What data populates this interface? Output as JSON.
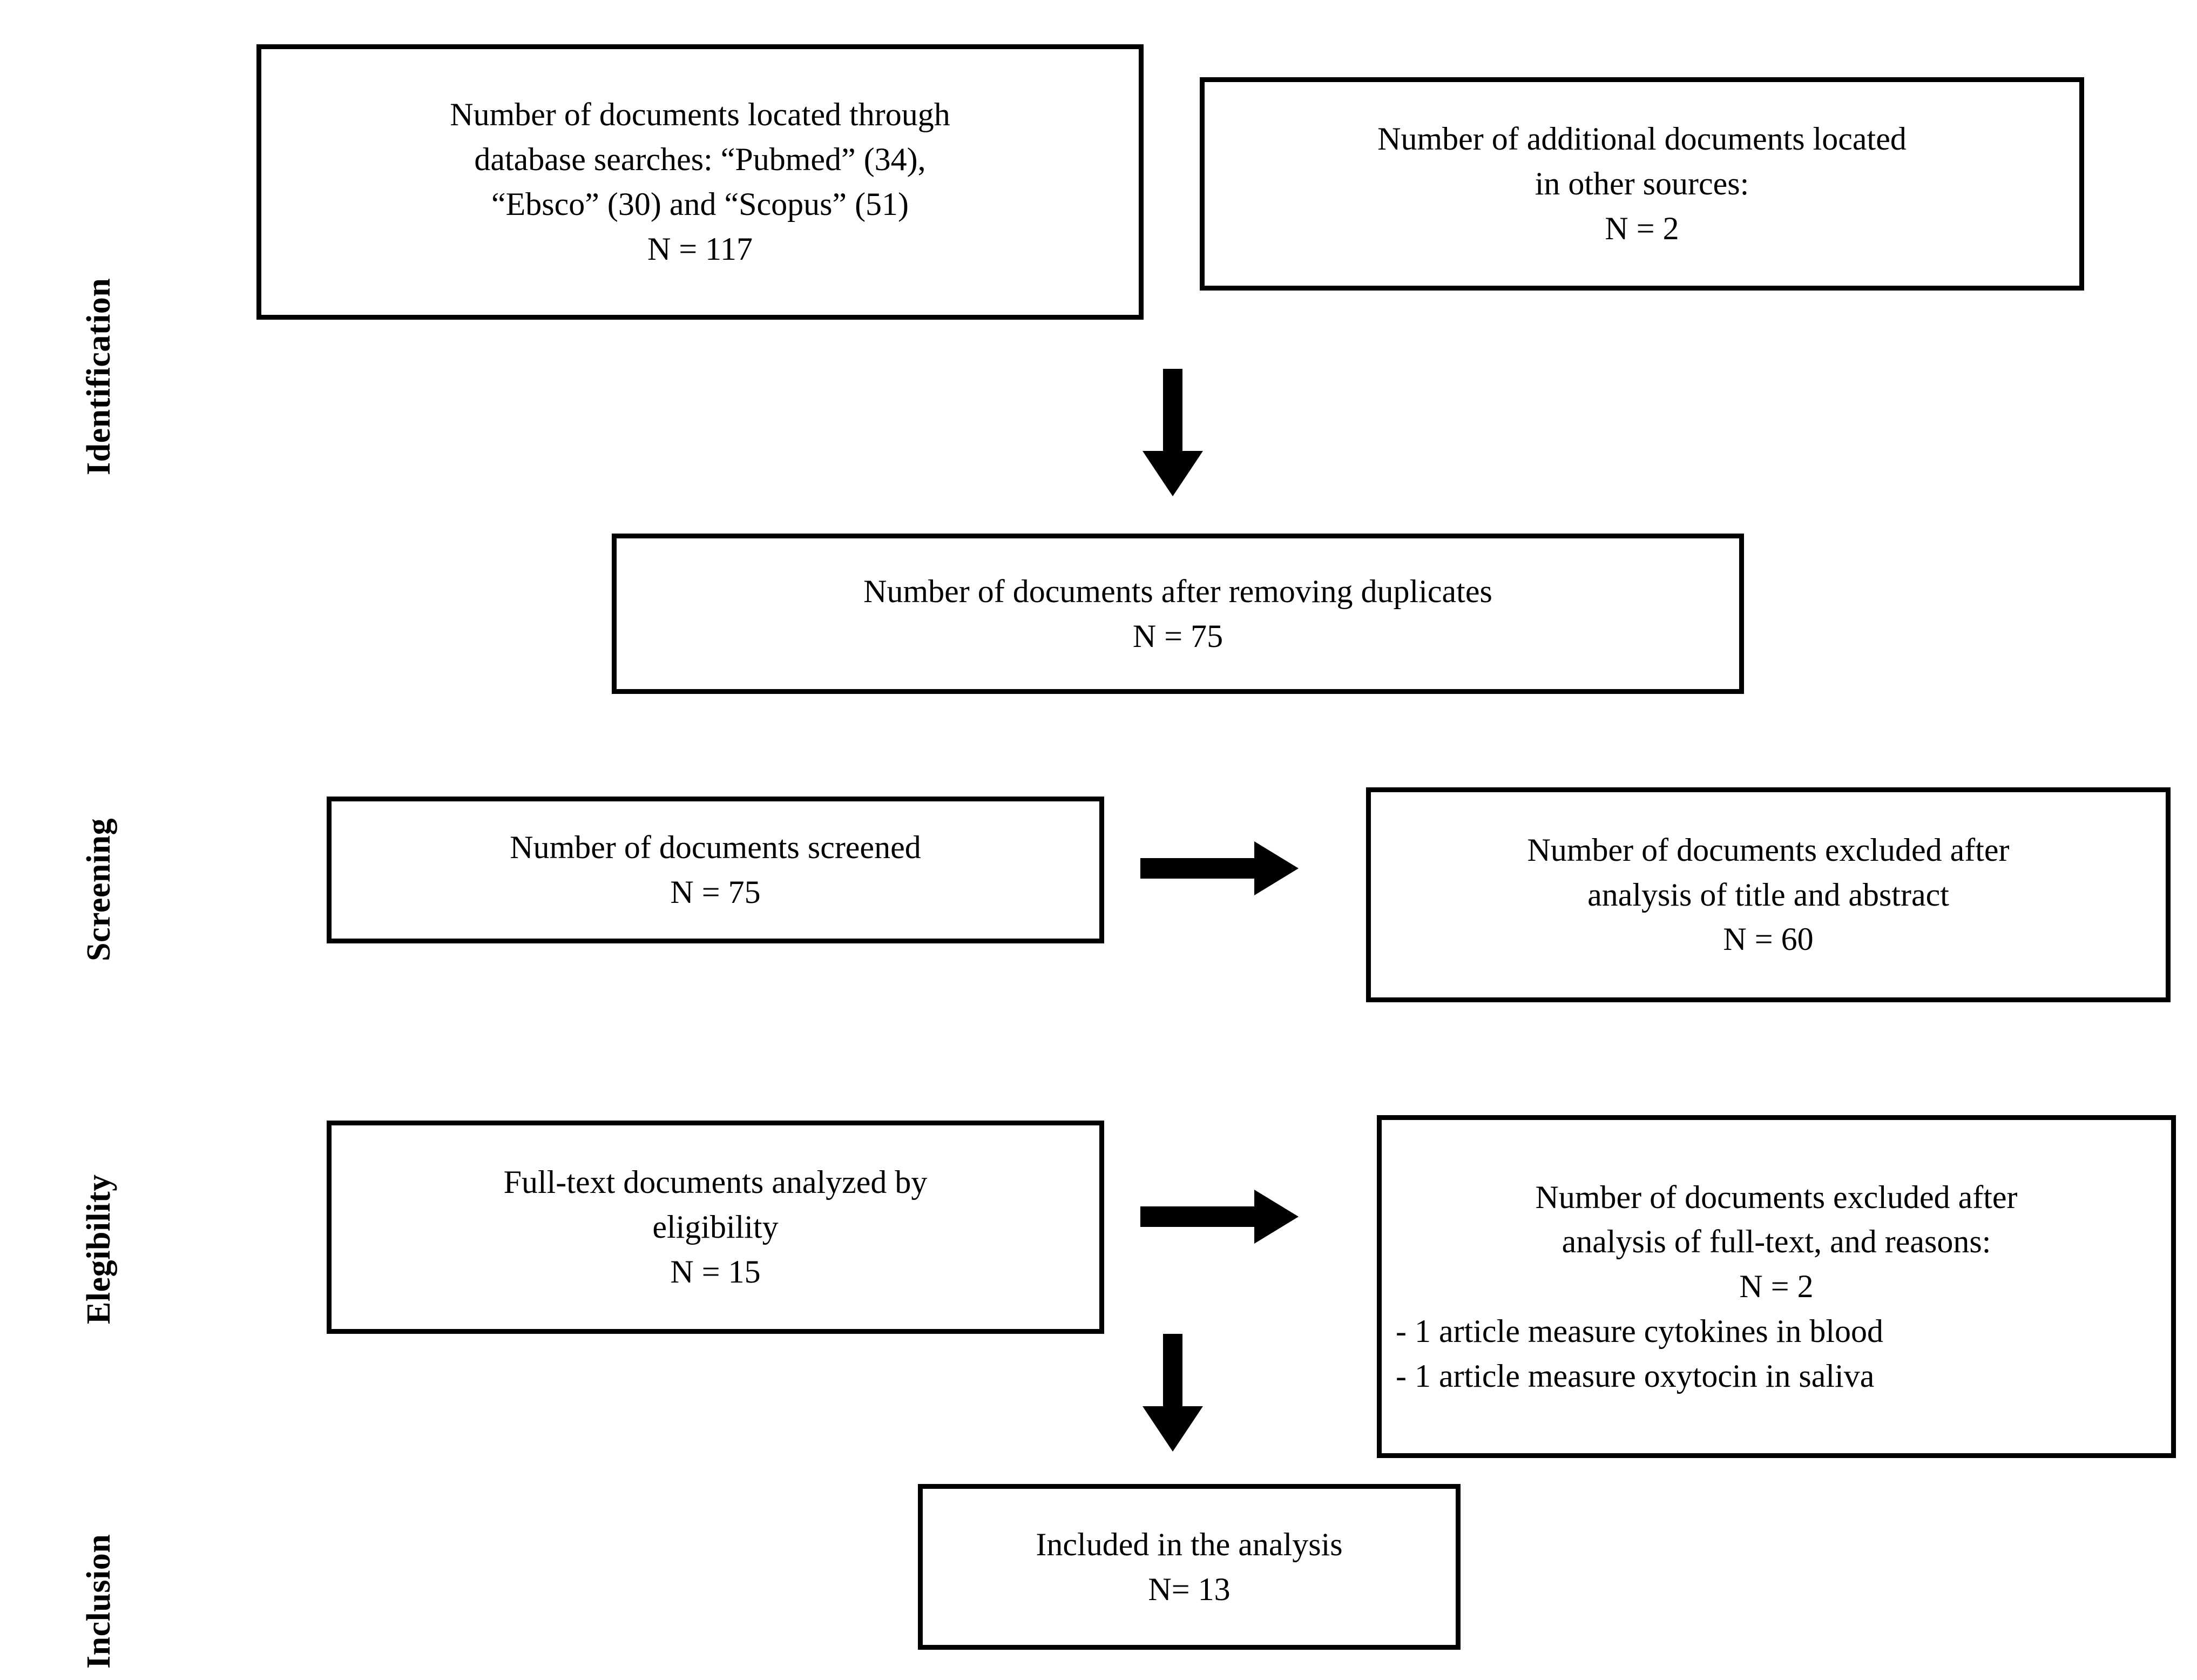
{
  "diagram": {
    "type": "prisma-flow-diagram",
    "stages": [
      {
        "id": "identification",
        "label": "Identification"
      },
      {
        "id": "screening",
        "label": "Screening"
      },
      {
        "id": "eligibility",
        "label": "Elegibility"
      },
      {
        "id": "inclusion",
        "label": "Inclusion"
      }
    ],
    "boxes": {
      "database_search": {
        "lines": [
          "Number of documents located through",
          "database searches: “Pubmed” (34),",
          "“Ebsco” (30) and “Scopus” (51)",
          "N = 117"
        ]
      },
      "other_sources": {
        "lines": [
          "Number of additional documents located",
          "in other sources:",
          "N = 2"
        ]
      },
      "after_duplicates": {
        "lines": [
          "Number of documents after removing duplicates",
          "N = 75"
        ]
      },
      "screened": {
        "lines": [
          "Number of documents screened",
          "N = 75"
        ]
      },
      "excluded_title_abstract": {
        "lines": [
          "Number of documents excluded after",
          "analysis of title and abstract",
          "N = 60"
        ]
      },
      "fulltext_eligibility": {
        "lines": [
          "Full-text documents analyzed by",
          "eligibility",
          "N = 15"
        ]
      },
      "excluded_fulltext": {
        "lines": [
          "Number of documents excluded after",
          "analysis of full-text, and reasons:",
          "N = 2"
        ],
        "reasons": [
          "- 1 article measure cytokines in blood",
          "- 1 article measure oxytocin in saliva"
        ]
      },
      "included": {
        "lines": [
          "Included in the analysis",
          "N= 13"
        ]
      }
    },
    "arrows": [
      {
        "id": "to-duplicates",
        "direction": "down"
      },
      {
        "id": "screened-to-excluded",
        "direction": "right"
      },
      {
        "id": "fulltext-to-excluded",
        "direction": "right"
      },
      {
        "id": "fulltext-to-included",
        "direction": "down"
      }
    ],
    "colors": {
      "ink": "#000000",
      "background": "#ffffff"
    }
  }
}
